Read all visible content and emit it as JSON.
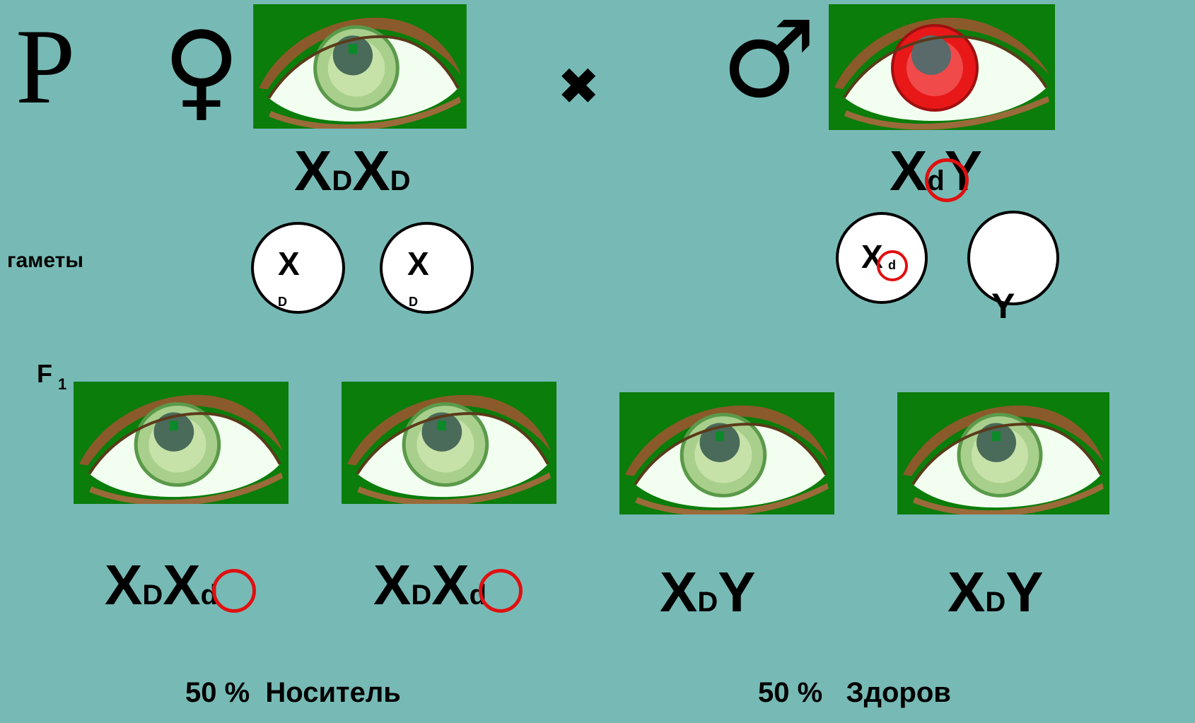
{
  "parents": {
    "label": "P",
    "female_symbol": "♀",
    "cross_symbol": "✖",
    "male_symbol": "♂",
    "female_genotype": {
      "x1": "X",
      "d1": "D",
      "x2": "X",
      "d2": "D"
    },
    "male_genotype": {
      "x": "X",
      "d": "d",
      "y": "Y"
    }
  },
  "gametes": {
    "label": "гаметы",
    "female": [
      {
        "x": "X",
        "allele": "D"
      },
      {
        "x": "X",
        "allele": "D"
      }
    ],
    "male": [
      {
        "x": "X",
        "allele": "d"
      },
      {
        "y": "Y"
      }
    ]
  },
  "f1": {
    "label": "F",
    "label_sub": "1",
    "offspring": [
      {
        "x1": "X",
        "a1": "D",
        "x2": "X",
        "a2": "d"
      },
      {
        "x1": "X",
        "a1": "D",
        "x2": "X",
        "a2": "d"
      },
      {
        "x1": "X",
        "a1": "D",
        "y": "Y"
      },
      {
        "x1": "X",
        "a1": "D",
        "y": "Y"
      }
    ]
  },
  "results": {
    "carrier_percent": "50 %",
    "carrier_label": "Носитель",
    "healthy_percent": "50 %",
    "healthy_label": "Здоров"
  },
  "colors": {
    "background": "#77bab5",
    "eye_panel": "#0a7d0a",
    "normal_iris": "#a9cf8c",
    "affected_iris": "#e81818",
    "marker_ring": "#e01010"
  }
}
